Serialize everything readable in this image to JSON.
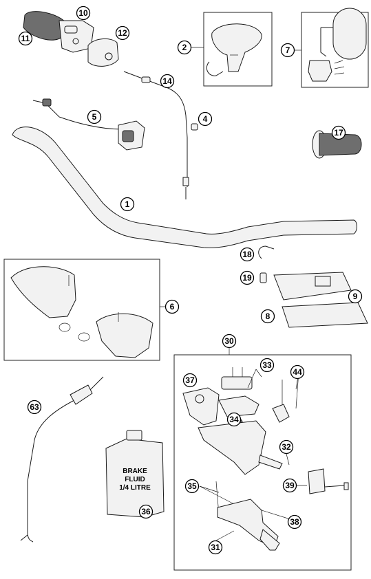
{
  "diagram": {
    "part_numbers": [
      "1",
      "2",
      "4",
      "5",
      "6",
      "7",
      "8",
      "9",
      "10",
      "11",
      "12",
      "14",
      "17",
      "18",
      "19",
      "30",
      "31",
      "32",
      "33",
      "34",
      "35",
      "36",
      "37",
      "38",
      "39",
      "44",
      "63"
    ],
    "bottle_label": [
      "BRAKE",
      "FLUID",
      "1/4 LITRE"
    ]
  }
}
